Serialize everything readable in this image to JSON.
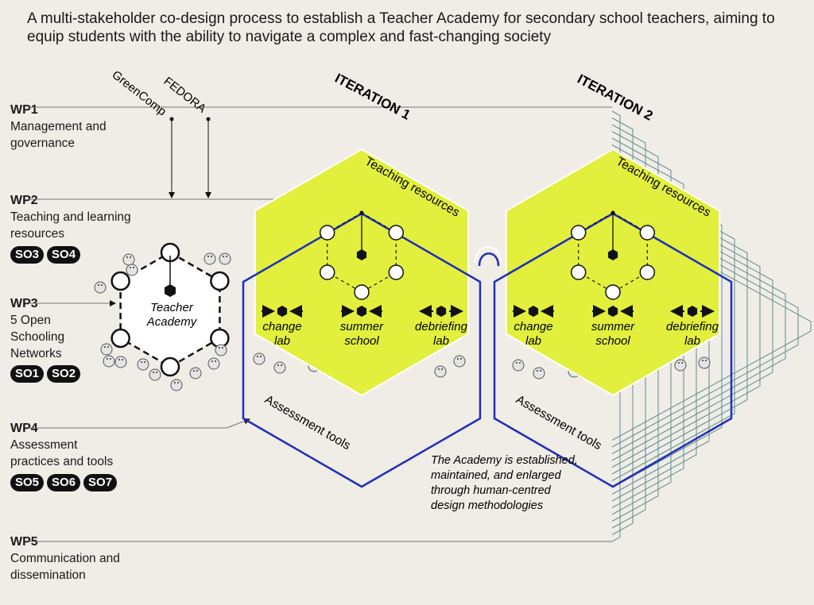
{
  "title": "A multi-stakeholder co-design process to establish a Teacher Academy for secondary school teachers, aiming to equip students with the ability to navigate a complex and fast-changing society",
  "inputs": [
    "GreenComp",
    "FEDORA"
  ],
  "work_packages": [
    {
      "code": "WP1",
      "desc": [
        "Management and",
        "governance"
      ],
      "objectives": []
    },
    {
      "code": "WP2",
      "desc": [
        "Teaching and learning",
        "resources"
      ],
      "objectives": [
        "SO3",
        "SO4"
      ]
    },
    {
      "code": "WP3",
      "desc": [
        "5 Open",
        "Schooling",
        "Networks"
      ],
      "objectives": [
        "SO1",
        "SO2"
      ]
    },
    {
      "code": "WP4",
      "desc": [
        "Assessment",
        "practices and tools"
      ],
      "objectives": [
        "SO5",
        "SO6",
        "SO7"
      ]
    },
    {
      "code": "WP5",
      "desc": [
        "Communication and",
        "dissemination"
      ],
      "objectives": []
    }
  ],
  "academy": {
    "line1": "Teacher",
    "line2": "Academy"
  },
  "iterations": [
    {
      "label": "ITERATION 1",
      "teaching": "Teaching resources",
      "assessment": "Assessment tools",
      "labs": [
        {
          "l1": "change",
          "l2": "lab"
        },
        {
          "l1": "summer",
          "l2": "school"
        },
        {
          "l1": "debriefing",
          "l2": "lab"
        }
      ]
    },
    {
      "label": "ITERATION 2",
      "teaching": "Teaching resources",
      "assessment": "Assessment tools",
      "labs": [
        {
          "l1": "change",
          "l2": "lab"
        },
        {
          "l1": "summer",
          "l2": "school"
        },
        {
          "l1": "debriefing",
          "l2": "lab"
        }
      ]
    }
  ],
  "note": [
    "The Academy is established,",
    "maintained, and enlarged",
    "through human-centred",
    "design methodologies"
  ],
  "colors": {
    "background": "#f0ece6",
    "lime": "#e2ef3c",
    "blue": "#1f2fb8",
    "teal": "#5f8f8f",
    "ink": "#111111"
  }
}
